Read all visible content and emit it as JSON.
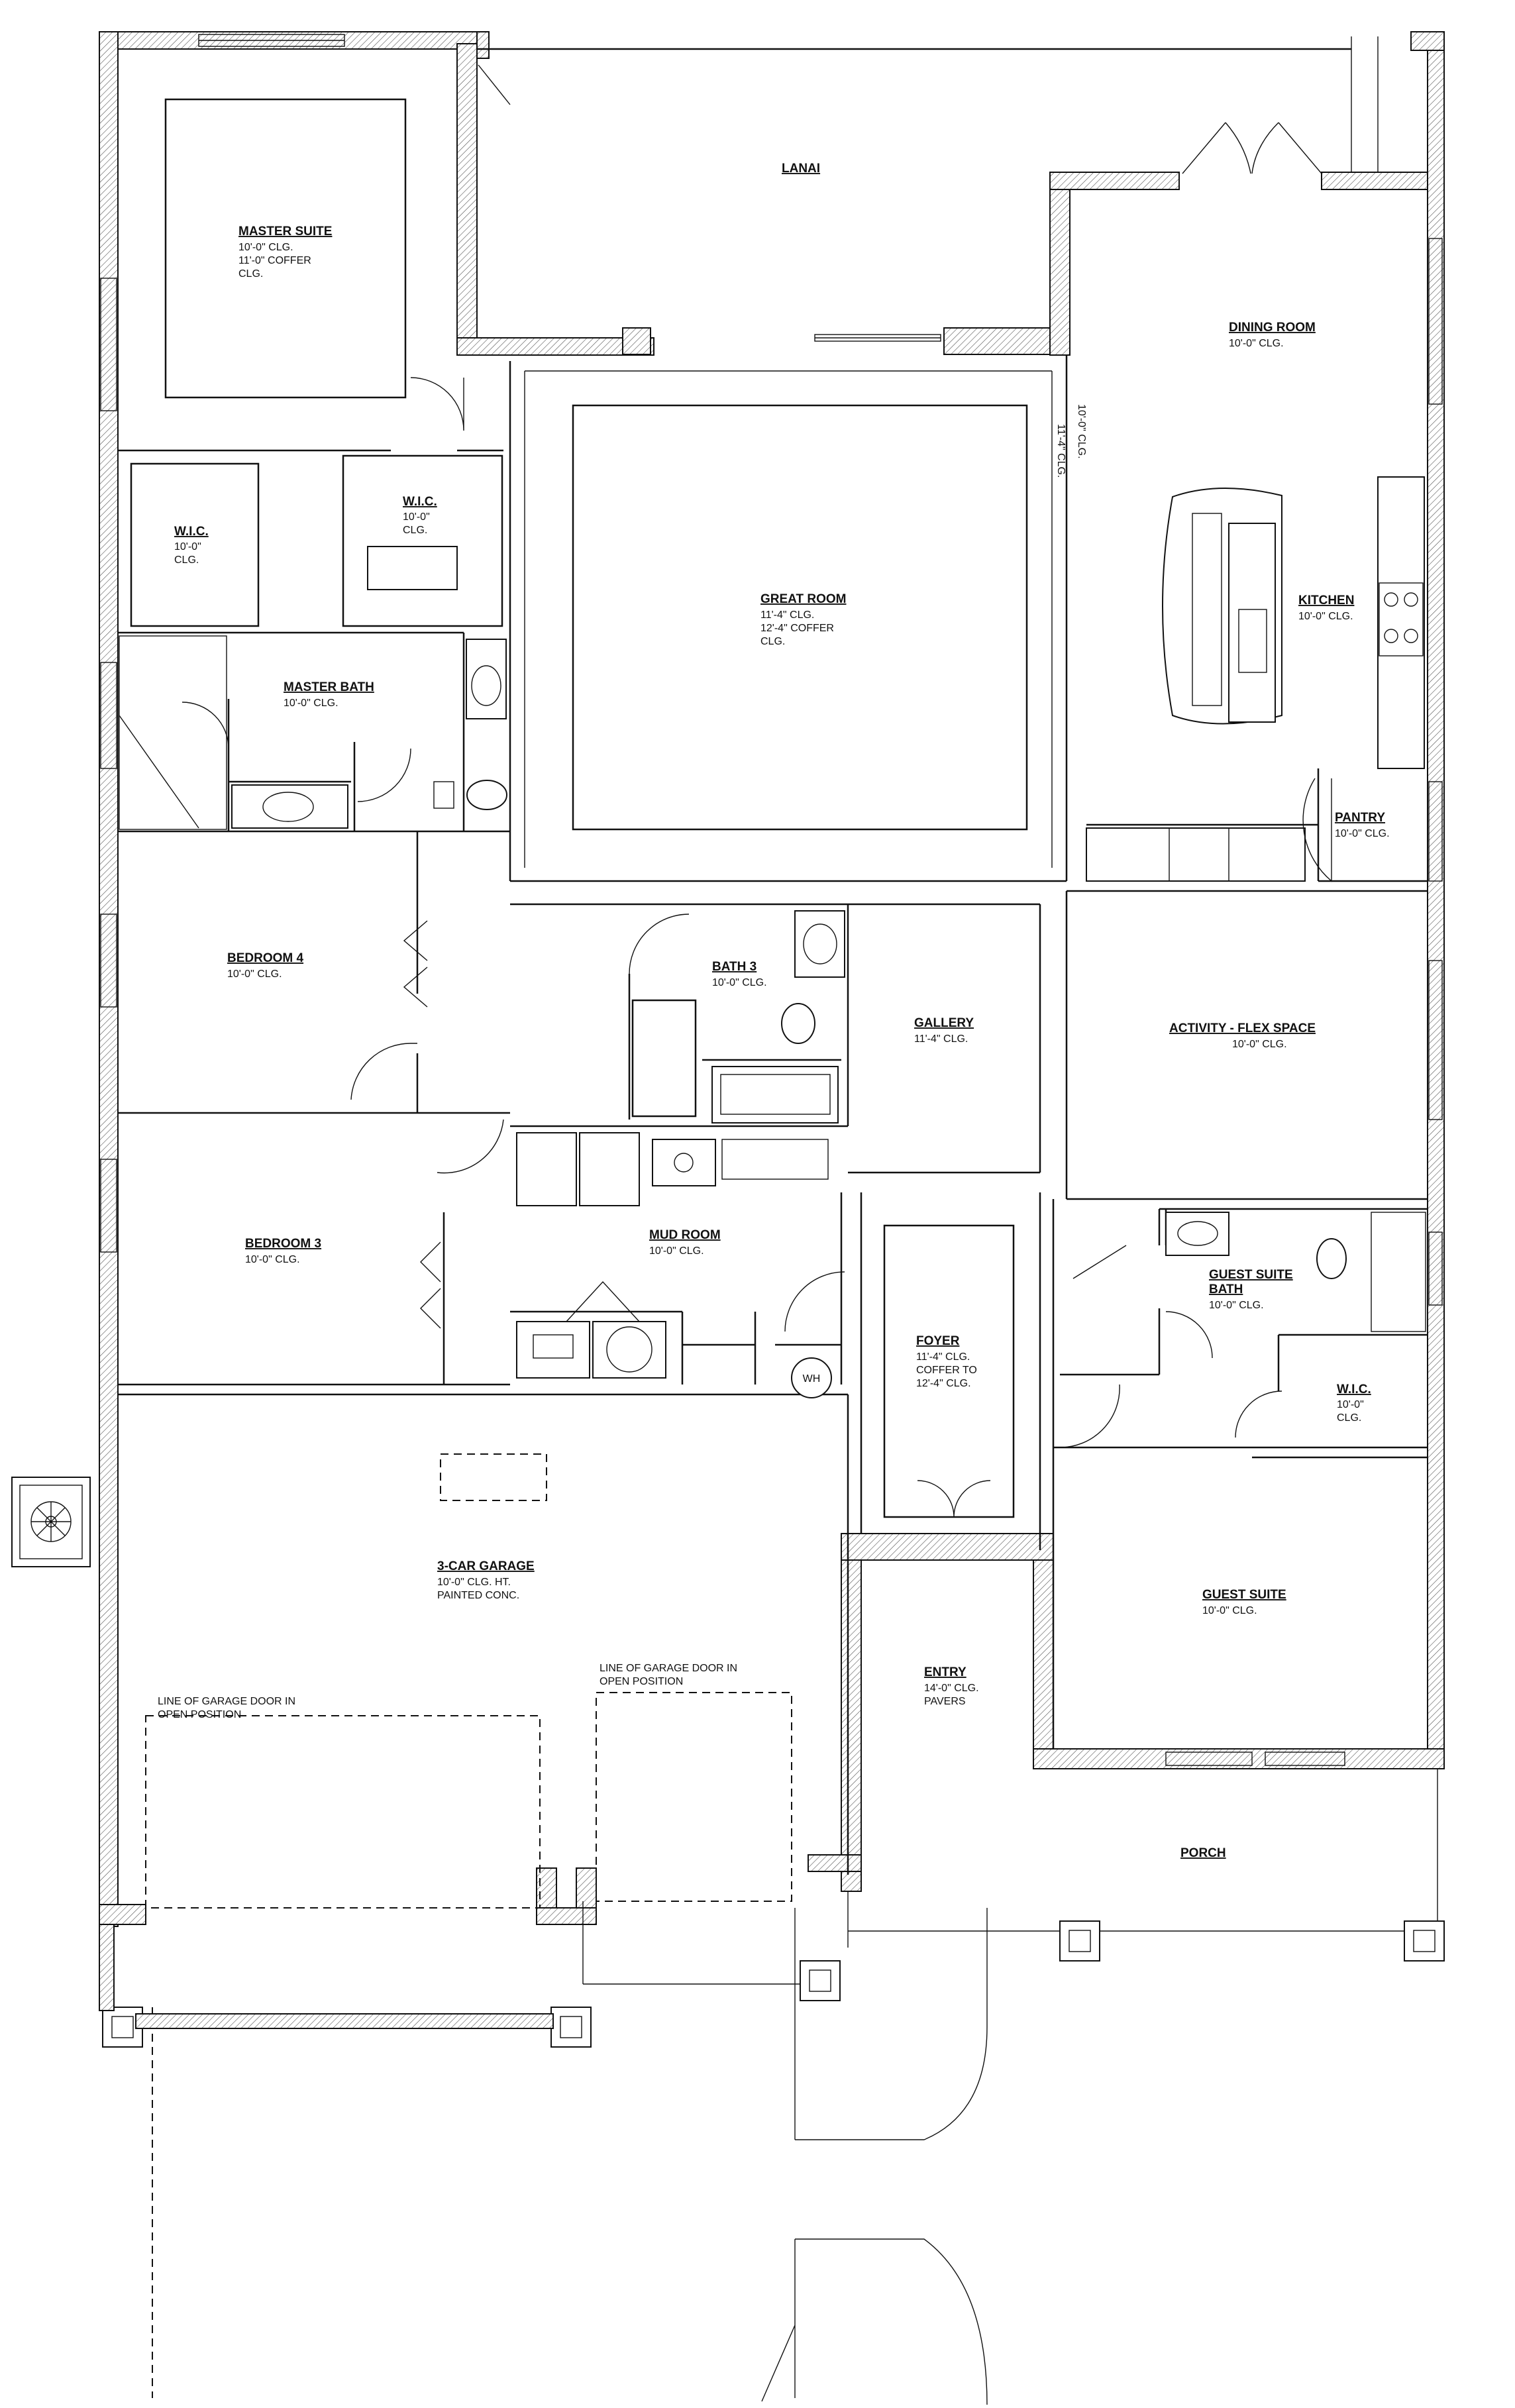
{
  "rooms": {
    "master_suite": {
      "name": "MASTER SUITE",
      "l1": "10'-0\" CLG.",
      "l2": "11'-0\" COFFER",
      "l3": "CLG."
    },
    "lanai": {
      "name": "LANAI"
    },
    "dining_room": {
      "name": "DINING ROOM",
      "l1": "10'-0\" CLG."
    },
    "great_room": {
      "name": "GREAT ROOM",
      "l1": "11'-4\" CLG.",
      "l2": "12'-4\" COFFER",
      "l3": "CLG."
    },
    "great_room_side": {
      "l1": "10'-0\" CLG.",
      "l2": "11'-4\" CLG."
    },
    "kitchen": {
      "name": "KITCHEN",
      "l1": "10'-0\" CLG."
    },
    "pantry": {
      "name": "PANTRY",
      "l1": "10'-0\" CLG."
    },
    "wic_left": {
      "name": "W.I.C.",
      "l1": "10'-0\"",
      "l2": "CLG."
    },
    "wic_right": {
      "name": "W.I.C.",
      "l1": "10'-0\"",
      "l2": "CLG."
    },
    "master_bath": {
      "name": "MASTER BATH",
      "l1": "10'-0\" CLG."
    },
    "bedroom4": {
      "name": "BEDROOM 4",
      "l1": "10'-0\" CLG."
    },
    "bath3": {
      "name": "BATH 3",
      "l1": "10'-0\" CLG."
    },
    "gallery": {
      "name": "GALLERY",
      "l1": "11'-4\" CLG."
    },
    "activity": {
      "name": "ACTIVITY - FLEX SPACE",
      "l1": "10'-0\" CLG."
    },
    "bedroom3": {
      "name": "BEDROOM 3",
      "l1": "10'-0\" CLG."
    },
    "mud_room": {
      "name": "MUD ROOM",
      "l1": "10'-0\" CLG."
    },
    "foyer": {
      "name": "FOYER",
      "l1": "11'-4\" CLG.",
      "l2": "COFFER TO",
      "l3": "12'-4\" CLG."
    },
    "guest_suite_bath": {
      "name1": "GUEST SUITE",
      "name2": "BATH",
      "l1": "10'-0\" CLG."
    },
    "wic_guest": {
      "name": "W.I.C.",
      "l1": "10'-0\"",
      "l2": "CLG."
    },
    "garage": {
      "name": "3-CAR GARAGE",
      "l1": "10'-0\" CLG. HT.",
      "l2": "PAINTED CONC."
    },
    "guest_suite": {
      "name": "GUEST SUITE",
      "l1": "10'-0\" CLG."
    },
    "entry": {
      "name": "ENTRY",
      "l1": "14'-0\" CLG.",
      "l2": "PAVERS"
    },
    "porch": {
      "name": "PORCH"
    }
  },
  "notes": {
    "garage_door_left_1": "LINE OF GARAGE DOOR IN",
    "garage_door_left_2": "OPEN POSITION",
    "garage_door_right_1": "LINE OF GARAGE DOOR IN",
    "garage_door_right_2": "OPEN POSITION",
    "water_heater": "WH"
  }
}
